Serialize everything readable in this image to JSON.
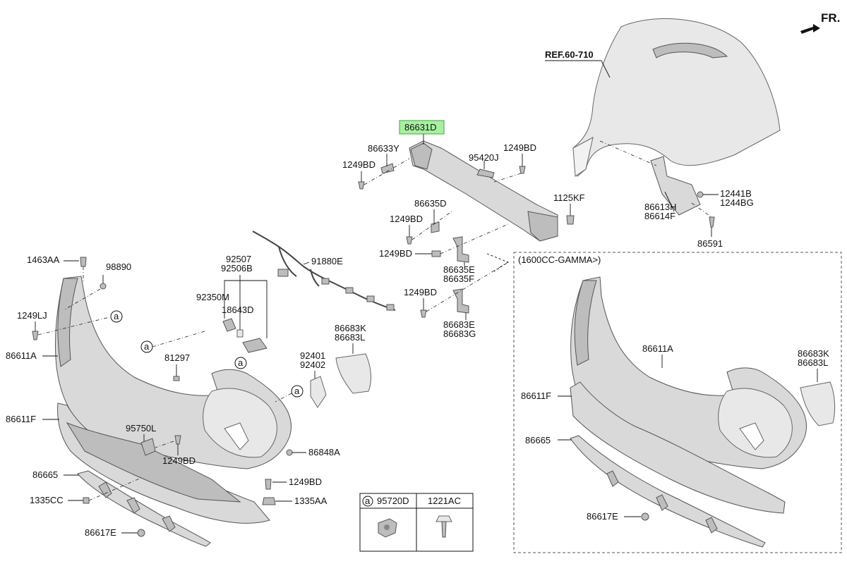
{
  "direction_label": "FR.",
  "ref_label": "REF.60-710",
  "inset_title": "(1600CC-GAMMA>)",
  "callout_marker": "a",
  "highlighted_part": "86631D",
  "part_labels": {
    "p86631D": "86631D",
    "p86633Y": "86633Y",
    "p95420J": "95420J",
    "p1249BD_a": "1249BD",
    "p1249BD_b": "1249BD",
    "p1249BD_c": "1249BD",
    "p1249BD_d": "1249BD",
    "p1249BD_e": "1249BD",
    "p1249BD_f": "1249BD",
    "p1249BD_g": "1249BD",
    "p86635D": "86635D",
    "p1125KF": "1125KF",
    "p86635E": "86635E",
    "p86635F": "86635F",
    "p86683E": "86683E",
    "p86683G": "86683G",
    "p12441B": "12441B",
    "p1244BG": "1244BG",
    "p86613H": "86613H",
    "p86614F": "86614F",
    "p86591": "86591",
    "p1463AA": "1463AA",
    "p98890": "98890",
    "p1249LJ": "1249LJ",
    "p86611A": "86611A",
    "p92507": "92507",
    "p92506B": "92506B",
    "p91880E": "91880E",
    "p92350M": "92350M",
    "p18643D": "18643D",
    "p81297": "81297",
    "p92401": "92401",
    "p92402": "92402",
    "p86683K": "86683K",
    "p86683L": "86683L",
    "p86611F": "86611F",
    "p95750L": "95750L",
    "p86848A": "86848A",
    "p86665": "86665",
    "p1335CC": "1335CC",
    "p1335AA": "1335AA",
    "p86617E": "86617E",
    "inset_86611A": "86611A",
    "inset_86683K": "86683K",
    "inset_86683L": "86683L",
    "inset_86611F": "86611F",
    "inset_86665": "86665",
    "inset_86617E": "86617E"
  },
  "table": {
    "col1_label": "95720D",
    "col2_label": "1221AC"
  },
  "colors": {
    "highlight_fill": "#a8f0a0",
    "highlight_stroke": "#3aa83a",
    "part_gray": "#d9d9d9"
  }
}
